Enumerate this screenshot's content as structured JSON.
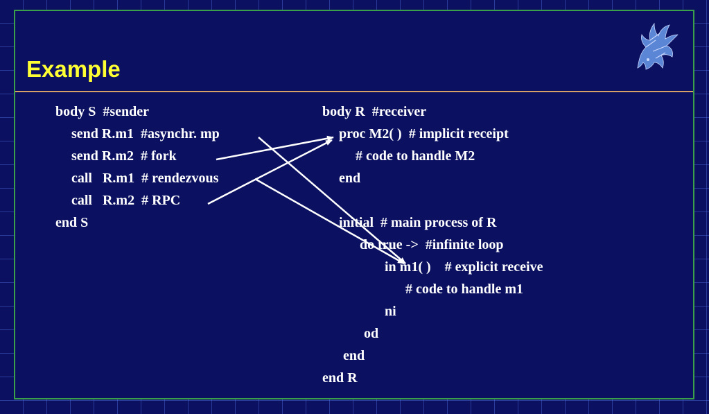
{
  "title": "Example",
  "colors": {
    "background": "#0b1060",
    "grid": "#4a5fc8",
    "frame_border": "#3aa14a",
    "title": "#ffff33",
    "title_rule": "#d9a066",
    "text": "#ffffff",
    "logo": "#5b86d6"
  },
  "logo": {
    "icon": "griffin-logo"
  },
  "sender": {
    "lines": [
      "body S  #sender",
      "send R.m1  #asynchr. mp",
      "send R.m2  # fork",
      "call   R.m1  # rendezvous",
      "call   R.m2  # RPC",
      "end S"
    ]
  },
  "receiver": {
    "lines": [
      "body R  #receiver",
      "proc M2( )  # implicit receipt",
      "# code to handle M2",
      "end",
      "initial  # main process of R",
      "do true ->  #infinite loop",
      "in m1( )    # explicit receive",
      "# code to handle m1",
      "ni",
      "od",
      "end",
      "end R"
    ]
  },
  "arrows": [
    {
      "from": "send R.m1",
      "to": "in m1( )"
    },
    {
      "from": "send R.m2",
      "to": "proc M2( )"
    },
    {
      "from": "call R.m1",
      "to": "in m1( )"
    },
    {
      "from": "call R.m2",
      "to": "proc M2( )"
    }
  ]
}
